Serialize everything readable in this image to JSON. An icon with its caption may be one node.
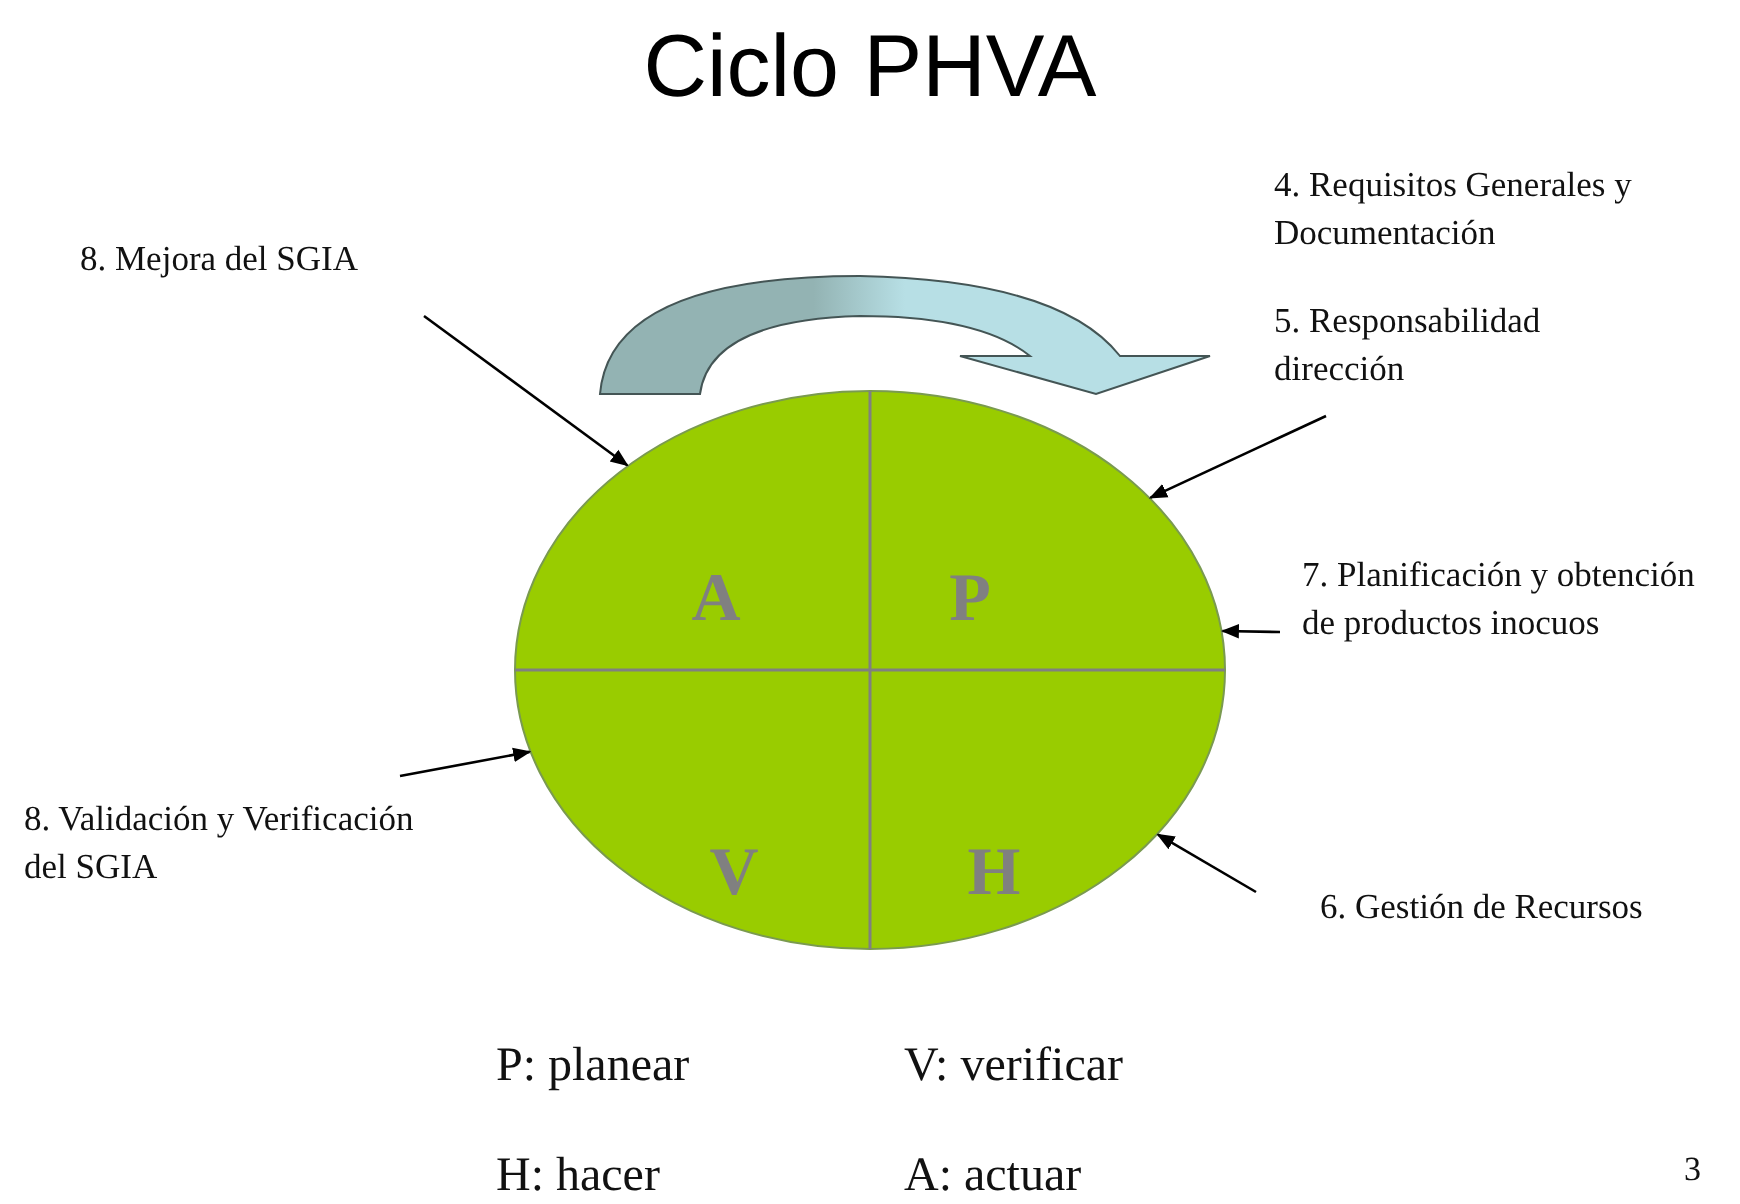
{
  "diagram": {
    "title": "Ciclo PHVA",
    "nodes": [
      {
        "text": [
          "8. Mejora del SGIA"
        ]
      },
      {
        "text": [
          "4. Requisitos Generales y Documentación"
        ]
      },
      {
        "text": [
          "5. Responsabilidad dirección"
        ]
      },
      {
        "text": [],
        "shape": "circle"
      },
      {
        "text": [
          "A"
        ],
        "in": 3
      },
      {
        "text": [
          "P"
        ],
        "in": 3
      },
      {
        "text": [
          "V"
        ],
        "in": 3
      },
      {
        "text": [
          "H"
        ],
        "in": 3
      },
      {
        "text": [
          "7. Planificación y obtención de productos inocuos"
        ]
      },
      {
        "text": [
          "8. Validación y Verificación del SGIA"
        ]
      },
      {
        "text": [
          "6. Gestión de Recursos"
        ]
      }
    ],
    "edges": [
      {
        "from": 0,
        "to": 3,
        "arrow": "to"
      },
      {
        "from": 2,
        "to": 3,
        "arrow": "to"
      },
      {
        "from": 8,
        "to": 3,
        "arrow": "to"
      },
      {
        "from": 9,
        "to": 3,
        "arrow": "to"
      },
      {
        "from": 10,
        "to": 3,
        "arrow": "to"
      }
    ],
    "labels": [
      "P: planear",
      "V: verificar",
      "H: hacer",
      "A: actuar",
      "3"
    ]
  }
}
